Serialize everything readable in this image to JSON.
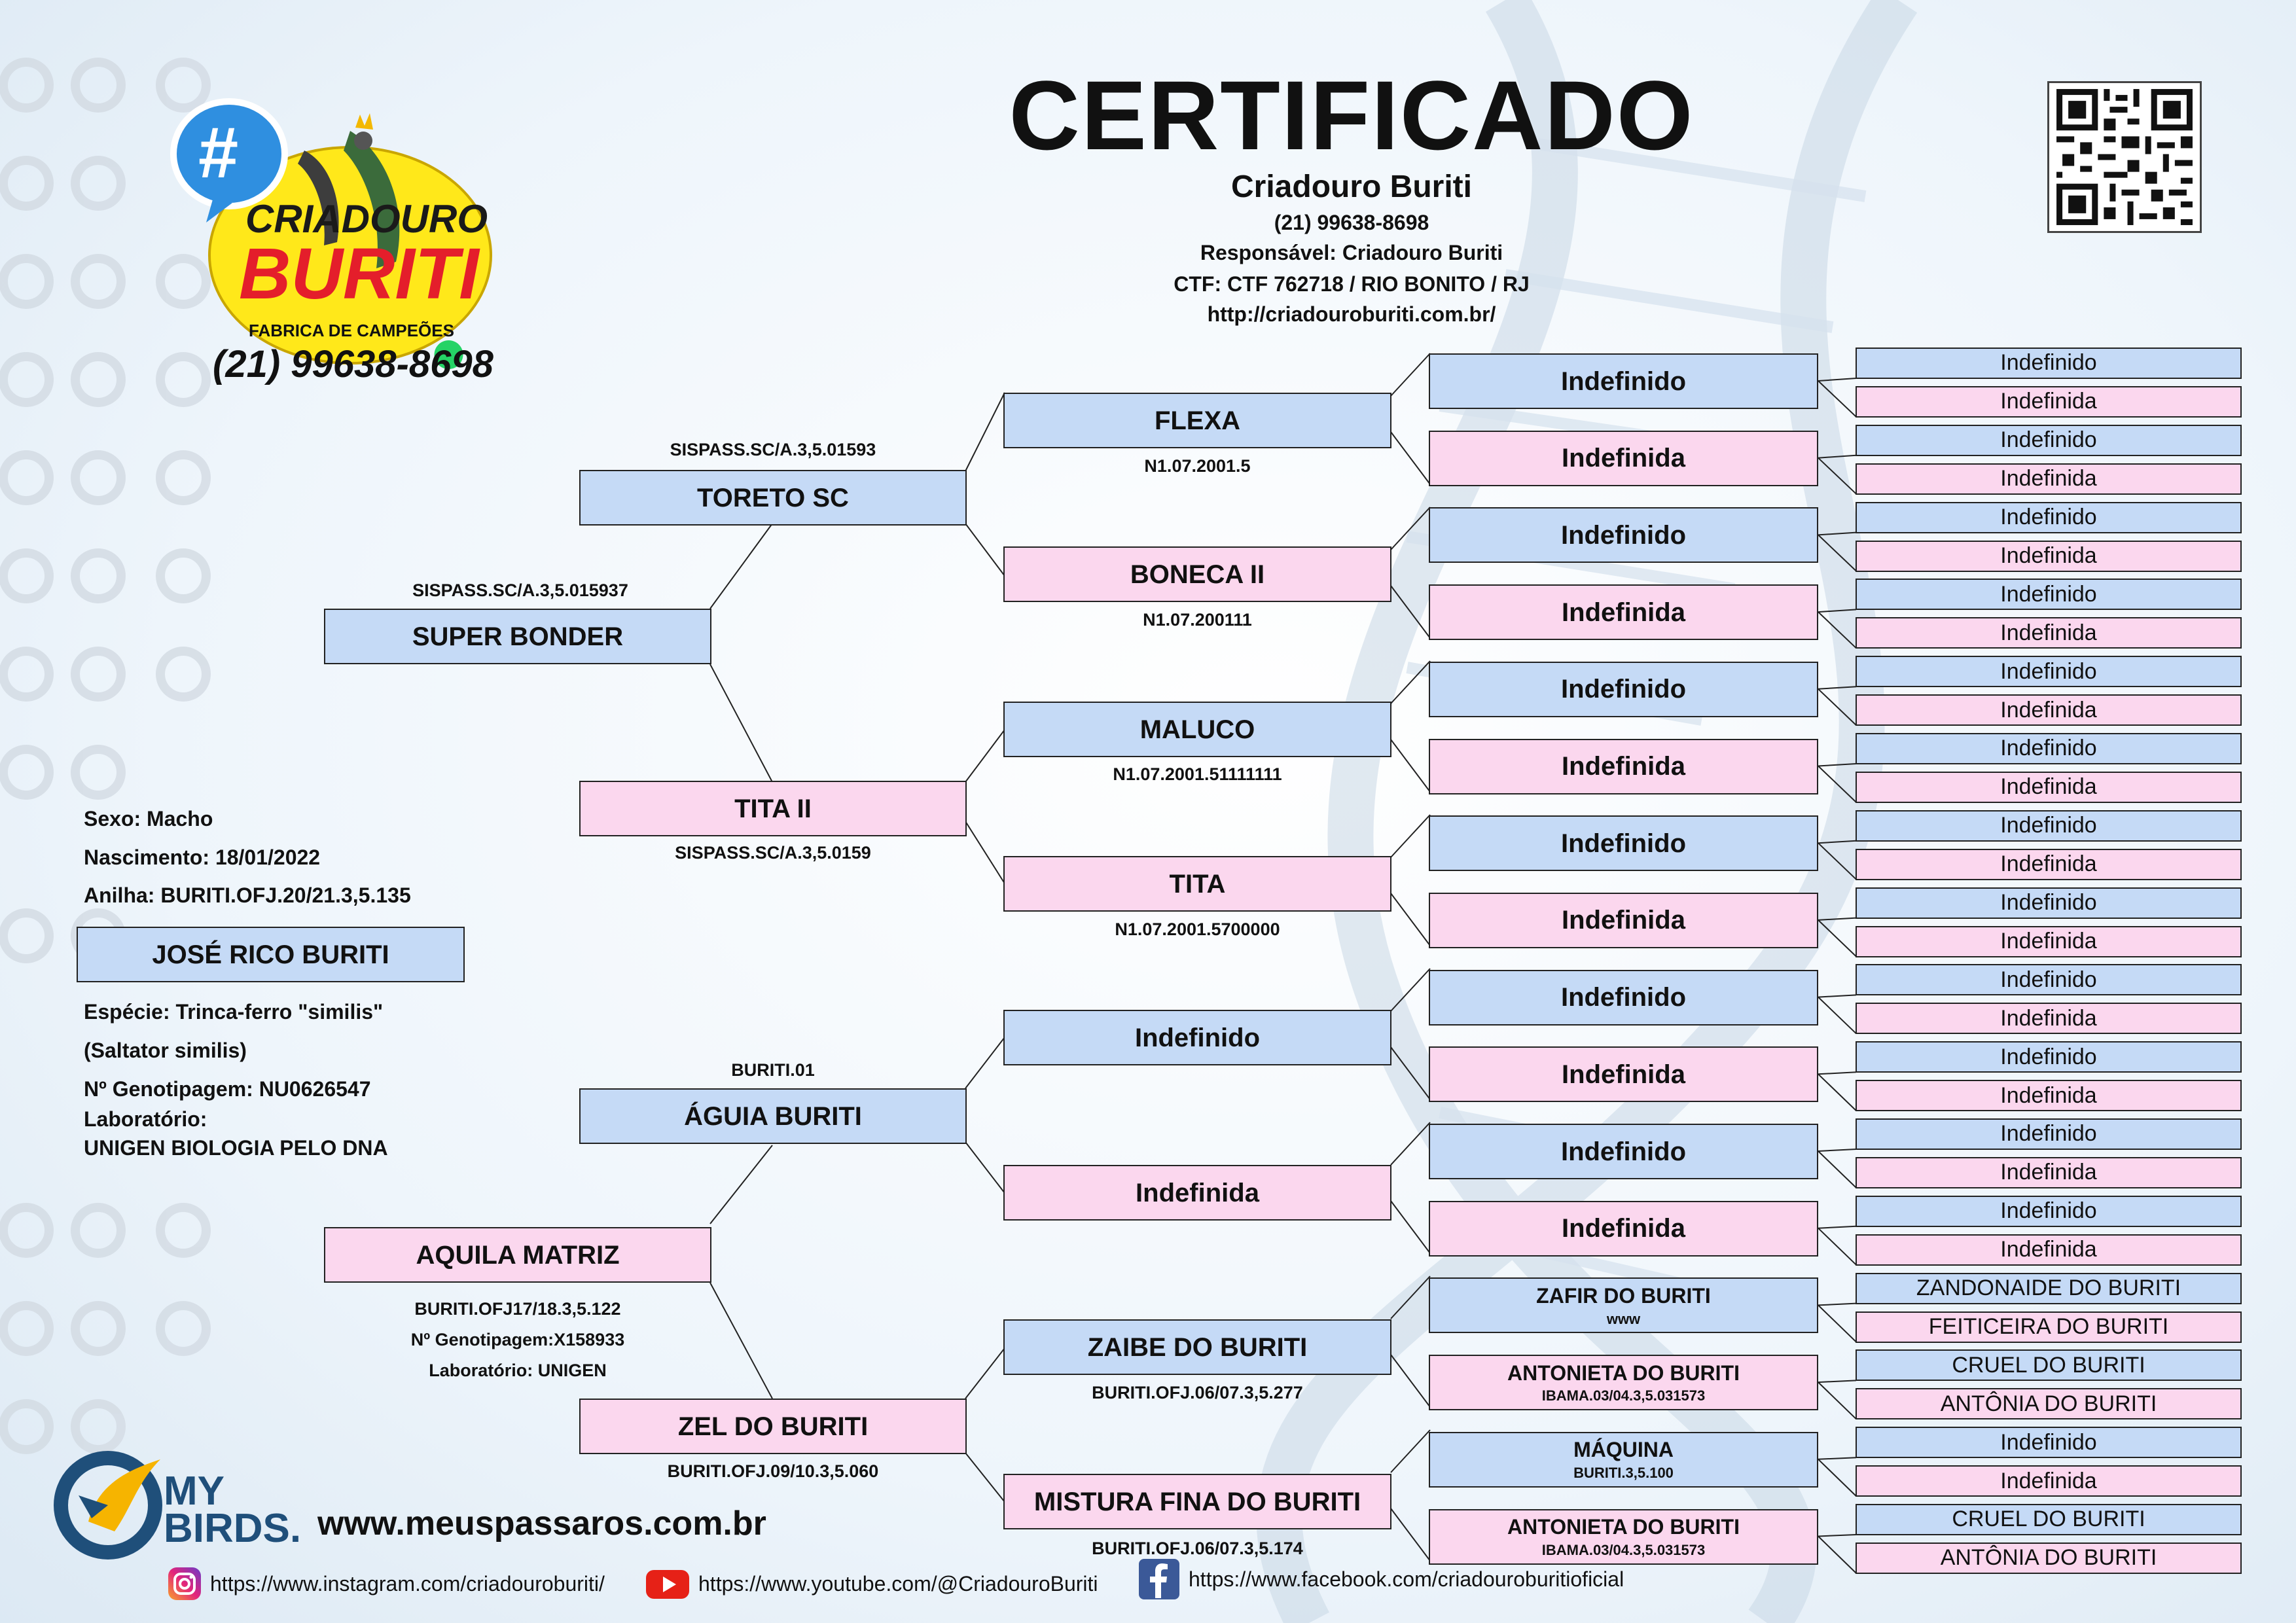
{
  "title": "CERTIFICADO",
  "breeder": {
    "name": "Criadouro Buriti",
    "phone": "(21) 99638-8698",
    "responsible": "Responsável: Criadouro Buriti",
    "ctf": "CTF: CTF 762718 / RIO BONITO / RJ",
    "url": "http://criadouroburiti.com.br/"
  },
  "logo": {
    "hash": "#",
    "line1": "CRIADOURO",
    "line2": "BURITI",
    "tagline": "FABRICA DE CAMPEÕES",
    "phone": "(21) 99638-8698"
  },
  "bird": {
    "sex": "Sexo: Macho",
    "birth": "Nascimento: 18/01/2022",
    "ring": "Anilha: BURITI.OFJ.20/21.3,5.135",
    "name": "JOSÉ RICO BURITI",
    "species": "Espécie: Trinca-ferro \"similis\"",
    "scientific": "(Saltator similis)",
    "genotype": "Nº Genotipagem: NU0626547",
    "lab_label": "Laboratório:",
    "lab": "UNIGEN BIOLOGIA PELO DNA"
  },
  "pedigree": {
    "father": {
      "name": "SUPER BONDER",
      "code": "SISPASS.SC/A.3,5.015937"
    },
    "mother": {
      "name": "AQUILA MATRIZ",
      "code": "BURITI.OFJ17/18.3,5.122",
      "genotype": "Nº Genotipagem:X158933",
      "lab": "Laboratório: UNIGEN"
    },
    "gen2": [
      {
        "name": "TORETO SC",
        "code": "SISPASS.SC/A.3,5.01593"
      },
      {
        "name": "TITA II",
        "code": "SISPASS.SC/A.3,5.0159"
      },
      {
        "name": "ÁGUIA BURITI",
        "code": "BURITI.01"
      },
      {
        "name": "ZEL DO BURITI",
        "code": "BURITI.OFJ.09/10.3,5.060"
      }
    ],
    "gen3": [
      {
        "name": "FLEXA",
        "code": "N1.07.2001.5"
      },
      {
        "name": "BONECA II",
        "code": "N1.07.200111"
      },
      {
        "name": "MALUCO",
        "code": "N1.07.2001.51111111"
      },
      {
        "name": "TITA",
        "code": "N1.07.2001.5700000"
      },
      {
        "name": "Indefinido",
        "code": ""
      },
      {
        "name": "Indefinida",
        "code": ""
      },
      {
        "name": "ZAIBE DO BURITI",
        "code": "BURITI.OFJ.06/07.3,5.277"
      },
      {
        "name": "MISTURA FINA DO BURITI",
        "code": "BURITI.OFJ.06/07.3,5.174"
      }
    ],
    "gen4": [
      {
        "name": "Indefinido",
        "sub": ""
      },
      {
        "name": "Indefinida",
        "sub": ""
      },
      {
        "name": "Indefinido",
        "sub": ""
      },
      {
        "name": "Indefinida",
        "sub": ""
      },
      {
        "name": "Indefinido",
        "sub": ""
      },
      {
        "name": "Indefinida",
        "sub": ""
      },
      {
        "name": "Indefinido",
        "sub": ""
      },
      {
        "name": "Indefinida",
        "sub": ""
      },
      {
        "name": "Indefinido",
        "sub": ""
      },
      {
        "name": "Indefinida",
        "sub": ""
      },
      {
        "name": "Indefinido",
        "sub": ""
      },
      {
        "name": "Indefinida",
        "sub": ""
      },
      {
        "name": "ZAFIR DO BURITI",
        "sub": "www"
      },
      {
        "name": "ANTONIETA DO BURITI",
        "sub": "IBAMA.03/04.3,5.031573"
      },
      {
        "name": "MÁQUINA",
        "sub": "BURITI.3,5.100"
      },
      {
        "name": "ANTONIETA DO BURITI",
        "sub": "IBAMA.03/04.3,5.031573"
      }
    ],
    "gen5": [
      "Indefinido",
      "Indefinida",
      "Indefinido",
      "Indefinida",
      "Indefinido",
      "Indefinida",
      "Indefinido",
      "Indefinida",
      "Indefinido",
      "Indefinida",
      "Indefinido",
      "Indefinida",
      "Indefinido",
      "Indefinida",
      "Indefinido",
      "Indefinida",
      "Indefinido",
      "Indefinida",
      "Indefinido",
      "Indefinida",
      "Indefinido",
      "Indefinida",
      "Indefinido",
      "Indefinida",
      "ZANDONAIDE DO BURITI",
      "FEITICEIRA DO BURITI",
      "CRUEL DO BURITI",
      "ANTÔNIA DO BURITI",
      "Indefinido",
      "Indefinida",
      "CRUEL DO BURITI",
      "ANTÔNIA DO BURITI"
    ]
  },
  "footer": {
    "brand_top": "MY",
    "brand_bottom": "BIRDS.",
    "site": "www.meuspassaros.com.br",
    "instagram": "https://www.instagram.com/criadouroburiti/",
    "youtube": "https://www.youtube.com/@CriadouroBuriti",
    "facebook": "https://www.facebook.com/criadouroburitioficial"
  },
  "colors": {
    "male": "#c5daf6",
    "female": "#fbd7ee",
    "border": "#222222",
    "brand_red": "#e41e2b",
    "brand_yellow": "#ffe81a"
  }
}
